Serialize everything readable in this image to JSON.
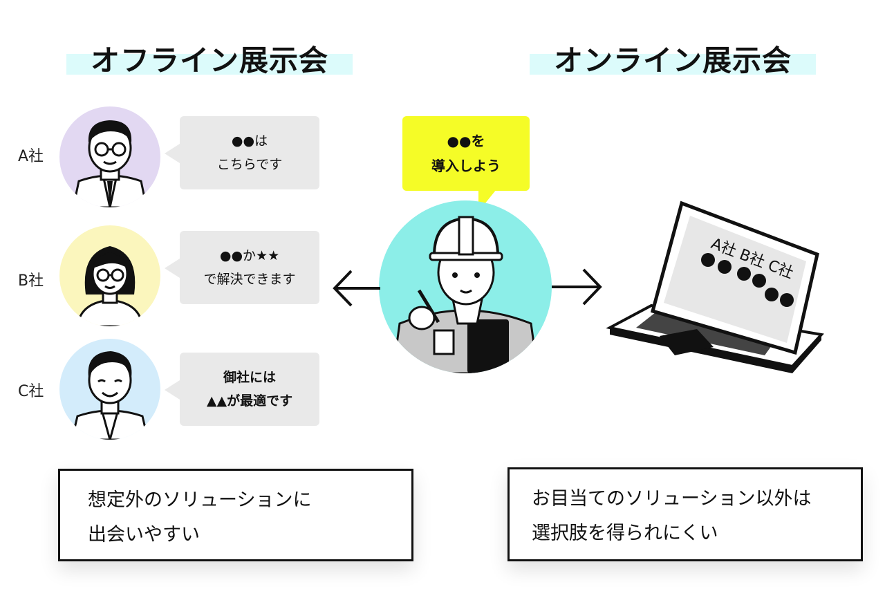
{
  "headings": {
    "offline": "オフライン展示会",
    "online": "オンライン展示会"
  },
  "companies": [
    {
      "label": "A社",
      "speech": [
        "●●は",
        "こちらです"
      ],
      "bold": false,
      "avatar_color": "#e2d8f2"
    },
    {
      "label": "B社",
      "speech": [
        "●●か★★",
        "で解決できます"
      ],
      "bold": false,
      "avatar_color": "#fbf6bd"
    },
    {
      "label": "C社",
      "speech": [
        "御社には",
        "▲▲が最適です"
      ],
      "bold": true,
      "avatar_color": "#d3ecfb"
    }
  ],
  "visitor": {
    "speech": [
      "●●を",
      "導入しよう"
    ],
    "avatar_color": "#8ceee8",
    "bubble_color": "#f5fc27"
  },
  "laptop": {
    "screen_line1": "A社 B社 C社",
    "screen_line2": "●● ●● ●●"
  },
  "notes": {
    "offline": [
      "想定外のソリューションに",
      "出会いやすい"
    ],
    "online": [
      "お目当てのソリューション以外は",
      "選択肢を得られにくい"
    ]
  },
  "icons": [
    "arrow-left-icon",
    "arrow-right-icon",
    "pen-icon",
    "helmet-icon"
  ]
}
